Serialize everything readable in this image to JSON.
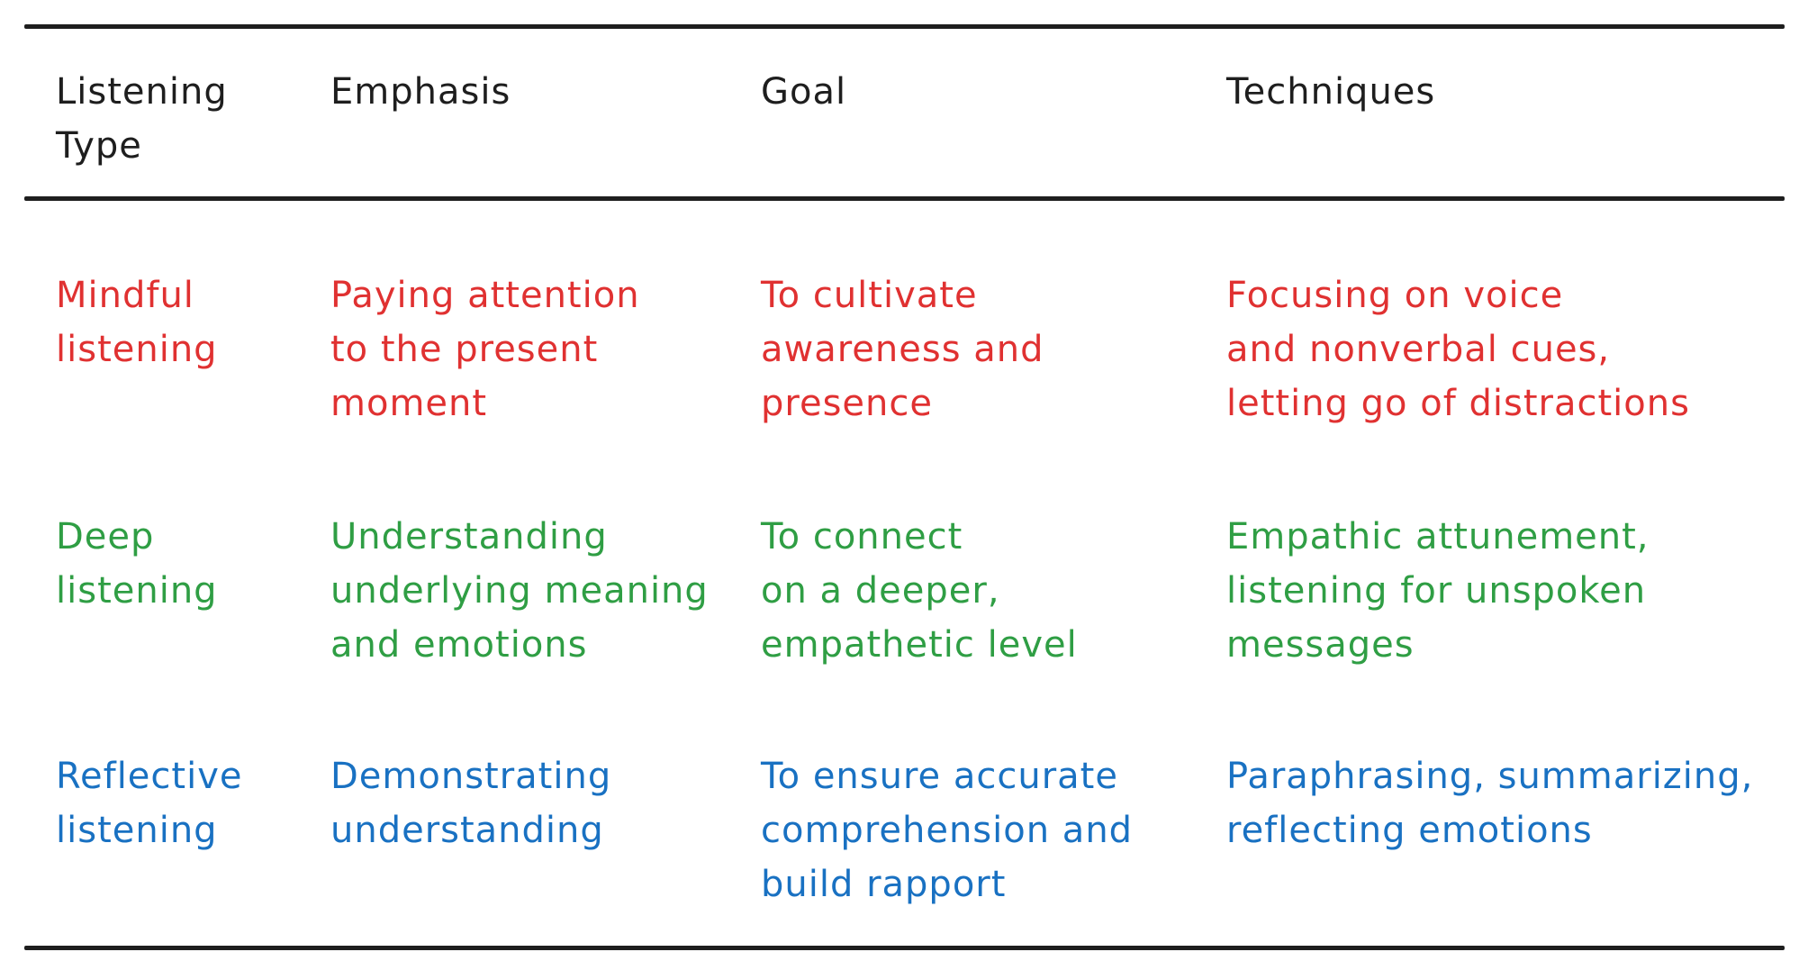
{
  "table": {
    "headers": [
      "Listening\nType",
      "Emphasis",
      "Goal",
      "Techniques"
    ],
    "rows": [
      {
        "color": "#e03131",
        "cells": [
          "Mindful\nlistening",
          "Paying attention\nto the present\nmoment",
          "To cultivate\nawareness and\npresence",
          "Focusing on voice\nand nonverbal cues,\nletting go of distractions"
        ]
      },
      {
        "color": "#2f9e44",
        "cells": [
          "Deep\nlistening",
          "Understanding\nunderlying meaning\nand emotions",
          "To connect\non a deeper,\nempathetic level",
          "Empathic attunement,\nlistening for unspoken\nmessages"
        ]
      },
      {
        "color": "#1971c2",
        "cells": [
          "Reflective\nlistening",
          "Demonstrating\nunderstanding",
          "To ensure accurate\ncomprehension and\nbuild rapport",
          "Paraphrasing, summarizing,\nreflecting emotions"
        ]
      }
    ]
  }
}
